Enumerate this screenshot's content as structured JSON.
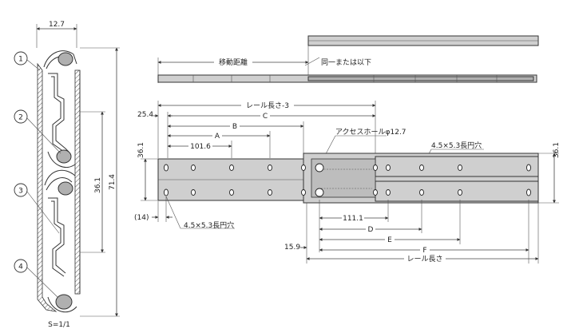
{
  "labels": {
    "dim_width": "12.7",
    "callout_1": "1",
    "callout_2": "2",
    "callout_3": "3",
    "callout_4": "4",
    "dim_36_1_section": "36.1",
    "dim_71_4": "71.4",
    "scale": "S=1/1",
    "travel": "移動距離",
    "same_or_less": "同一または以下",
    "rail_length_minus_3": "レール長さ-3",
    "dim_25_4": "25.4",
    "dim_c": "C",
    "dim_b": "B",
    "dim_a": "A",
    "dim_101_6": "101.6",
    "access_hole": "アクセスホールφ12.7",
    "slot_right": "4.5×5.3長円穴",
    "slot_left": "4.5×5.3長円穴",
    "dim_36_1_left": "36.1",
    "dim_36_1_right": "36.1",
    "dim_14": "(14)",
    "dim_111_1": "111.1",
    "dim_d": "D",
    "dim_e": "E",
    "dim_f": "F",
    "dim_15_9": "15.9",
    "rail_length": "レール長さ"
  }
}
